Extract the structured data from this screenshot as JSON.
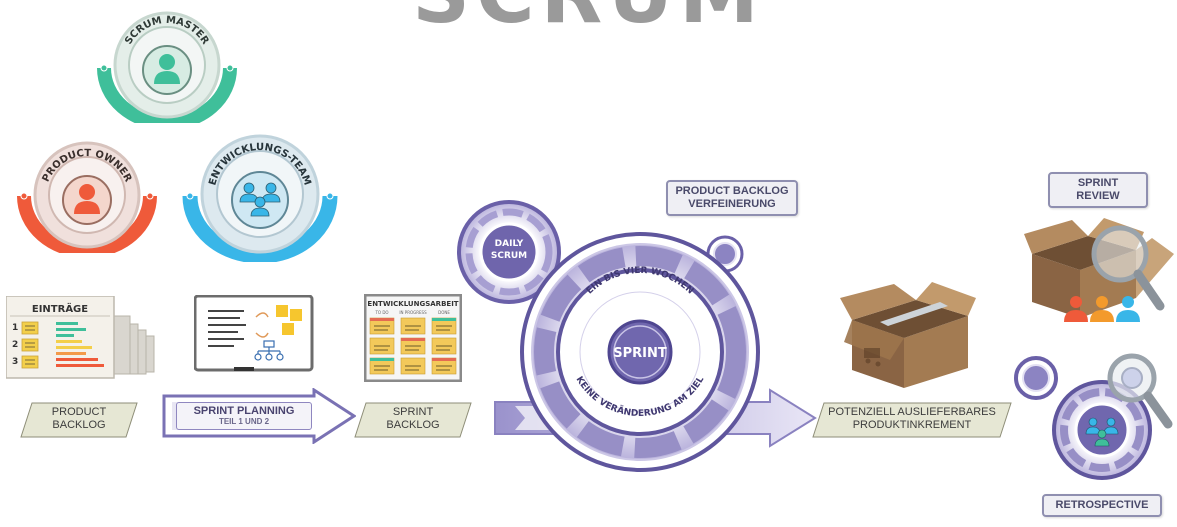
{
  "title": "SCRUM",
  "roles": {
    "scrum_master": "SCRUM MASTER",
    "product_owner": "PRODUCT OWNER",
    "dev_team": "ENTWICKLUNGS-TEAM"
  },
  "product_backlog_card": {
    "header": "EINTRÄGE",
    "rows": [
      "1",
      "2",
      "3"
    ]
  },
  "sprint_backlog_card": {
    "header": "ENTWICKLUNGSARBEIT",
    "columns": [
      "TO DO",
      "IN PROGRESS",
      "DONE"
    ]
  },
  "labels": {
    "product_backlog": "PRODUCT\nBACKLOG",
    "sprint_planning": "SPRINT PLANNING",
    "sprint_planning_sub": "TEIL 1 UND 2",
    "sprint_backlog": "SPRINT\nBACKLOG",
    "increment": "POTENZIELL AUSLIEFERBARES\nPRODUKTINKREMENT",
    "refinement": "PRODUCT BACKLOG\nVERFEINERUNG",
    "daily_scrum": "DAILY\nSCRUM",
    "sprint": "SPRINT",
    "sprint_arc_top": "EIN BIS VIER WOCHEN",
    "sprint_arc_bottom": "KEINE VERÄNDERUNG AM ZIEL",
    "sprint_review": "SPRINT\nREVIEW",
    "retrospective": "RETROSPECTIVE"
  },
  "colors": {
    "title": "#9a9a9a",
    "scrum_master": "#3fbf9a",
    "product_owner": "#ef5a3a",
    "dev_team": "#39b6e8",
    "purple": "#6a60a8",
    "box": "#a37b52"
  }
}
